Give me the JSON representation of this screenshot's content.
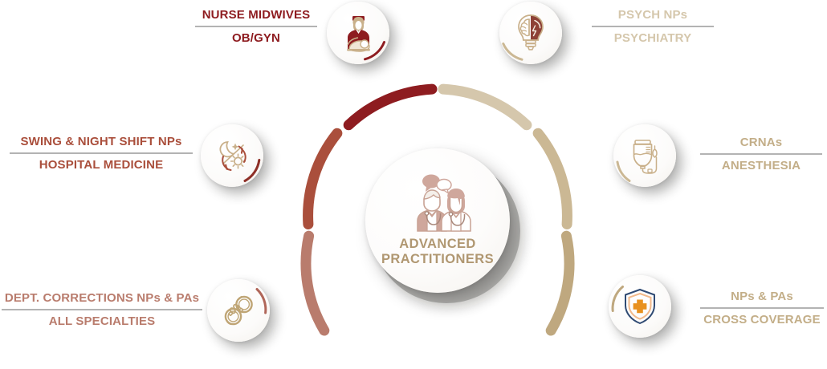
{
  "center": {
    "title_line1": "ADVANCED",
    "title_line2": "PRACTITIONERS",
    "icon": "two-clinicians-speech-bubble-icon",
    "color": "#b09771"
  },
  "palette": {
    "deep_red": "#8E1C20",
    "brick": "#AA4F3C",
    "rose": "#B97C6D",
    "tan_light": "#D5C7AC",
    "tan": "#CBB894",
    "tan_dark": "#BFA87F",
    "rule_gray": "#B3B3B3",
    "hub_text": "#B09771",
    "shield_navy": "#2F4A73",
    "shield_orange": "#E8911F",
    "shield_peach": "#F2B98A"
  },
  "nodes": [
    {
      "id": "midwives",
      "icon": "midwife-holding-baby-icon",
      "accent": "#8E1C20",
      "label": {
        "line1": "NURSE MIDWIVES",
        "line2": "OB/GYN",
        "color": "#8E1C20",
        "side": "left"
      }
    },
    {
      "id": "psych",
      "icon": "brain-lightbulb-icon",
      "accent": "#CBB894",
      "label": {
        "line1": "PSYCH NPs",
        "line2": "PSYCHIATRY",
        "color": "#D5C7AC",
        "side": "right"
      }
    },
    {
      "id": "swing",
      "icon": "moon-sun-rotation-icon",
      "accent": "#AA4F3C",
      "label": {
        "line1": "SWING & NIGHT SHIFT NPs",
        "line2": "HOSPITAL MEDICINE",
        "color": "#AA4F3C",
        "side": "left"
      }
    },
    {
      "id": "crna",
      "icon": "iv-drip-bag-icon",
      "accent": "#CBB894",
      "label": {
        "line1": "CRNAs",
        "line2": "ANESTHESIA",
        "color": "#C3AE88",
        "side": "right"
      }
    },
    {
      "id": "corrections",
      "icon": "handcuffs-icon",
      "accent": "#B97C6D",
      "label": {
        "line1": "DEPT. CORRECTIONS NPs & PAs",
        "line2": "ALL SPECIALTIES",
        "color": "#B97C6D",
        "side": "left"
      }
    },
    {
      "id": "cross",
      "icon": "shield-medical-cross-icon",
      "accent": "#BFA87F",
      "label": {
        "line1": "NPs & PAs",
        "line2": "CROSS COVERAGE",
        "color": "#C3AE88",
        "side": "right"
      }
    }
  ],
  "ring": {
    "segments": [
      {
        "name": "segment-top-left",
        "color": "#8E1C20"
      },
      {
        "name": "segment-left",
        "color": "#AA4F3C"
      },
      {
        "name": "segment-bottom-left",
        "color": "#B97C6D"
      },
      {
        "name": "segment-top-right",
        "color": "#D5C7AC"
      },
      {
        "name": "segment-right",
        "color": "#CBB894"
      },
      {
        "name": "segment-bottom-right",
        "color": "#BFA87F"
      }
    ]
  }
}
